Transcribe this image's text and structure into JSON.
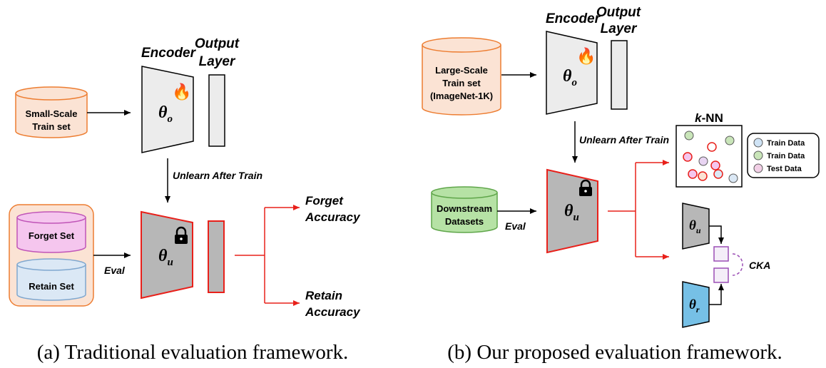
{
  "panel_a": {
    "encoder_label": "Encoder",
    "output_layer_label_line1": "Output",
    "output_layer_label_line2": "Layer",
    "train_set_line1": "Small-Scale",
    "train_set_line2": "Train set",
    "theta_o": "θ",
    "theta_o_sub": "o",
    "unlearn_label": "Unlearn After Train",
    "forget_set": "Forget Set",
    "retain_set": "Retain Set",
    "eval_label": "Eval",
    "theta_u": "θ",
    "theta_u_sub": "u",
    "forget_acc_line1": "Forget",
    "forget_acc_line2": "Accuracy",
    "retain_acc_line1": "Retain",
    "retain_acc_line2": "Accuracy",
    "caption": "(a) Traditional evaluation framework."
  },
  "panel_b": {
    "encoder_label": "Encoder",
    "output_layer_label_line1": "Output",
    "output_layer_label_line2": "Layer",
    "train_set_line1": "Large-Scale",
    "train_set_line2": "Train set",
    "train_set_line3": "(ImageNet-1K)",
    "theta_o": "θ",
    "theta_o_sub": "o",
    "unlearn_label": "Unlearn After Train",
    "downstream_line1": "Downstream",
    "downstream_line2": "Datasets",
    "eval_label": "Eval",
    "theta_u": "θ",
    "theta_u_sub": "u",
    "knn_title_k": "k",
    "knn_title_rest": "-NN",
    "legend": [
      "Train Data",
      "Train Data",
      "Test Data"
    ],
    "small_theta_u": "θ",
    "small_theta_u_sub": "u",
    "small_theta_r": "θ",
    "small_theta_r_sub": "r",
    "cka_label": "CKA",
    "caption": "(b) Our proposed evaluation framework."
  },
  "colors": {
    "orange_fill": "#fbe3d4",
    "orange_stroke": "#ed7d31",
    "pink_fill": "#f5c6ee",
    "pink_stroke": "#c055b8",
    "blue_fill": "#dbe8f5",
    "blue_stroke": "#7fa7cf",
    "green_fill": "#b6e2a5",
    "green_stroke": "#5fa64a",
    "red": "#e8201a",
    "gray": "#b7b7b7",
    "light_gray": "#ececec",
    "theta_r_blue": "#76c0e6",
    "purple": "#9b4fb5"
  }
}
